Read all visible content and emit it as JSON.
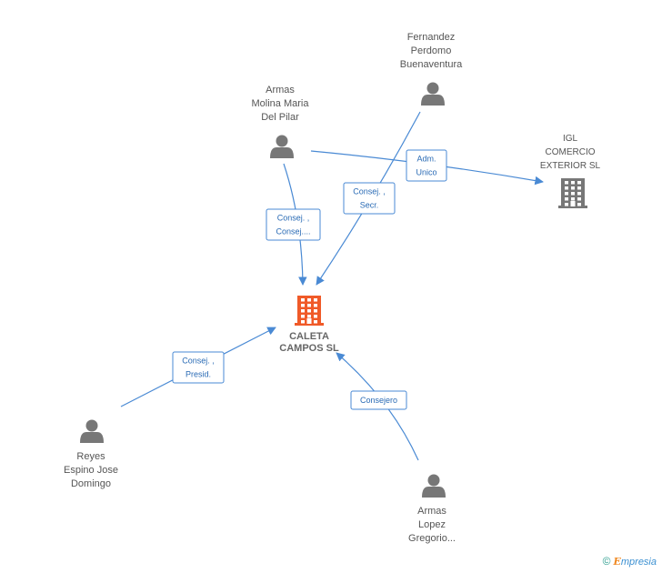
{
  "colors": {
    "edge": "#4a8ad4",
    "person": "#777777",
    "company_main": "#f05a28",
    "company_other": "#777777"
  },
  "nodes": [
    {
      "id": "caleta",
      "type": "company-main",
      "icon": "building-icon",
      "label": [
        "CALETA",
        "CAMPOS SL"
      ]
    },
    {
      "id": "fernandez",
      "type": "person",
      "icon": "person-icon",
      "label": [
        "Fernandez",
        "Perdomo",
        "Buenaventura"
      ]
    },
    {
      "id": "armas_molina",
      "type": "person",
      "icon": "person-icon",
      "label": [
        "Armas",
        "Molina Maria",
        "Del Pilar"
      ]
    },
    {
      "id": "igl",
      "type": "company",
      "icon": "building-icon",
      "label": [
        "IGL",
        "COMERCIO",
        "EXTERIOR SL"
      ]
    },
    {
      "id": "reyes",
      "type": "person",
      "icon": "person-icon",
      "label": [
        "Reyes",
        "Espino Jose",
        "Domingo"
      ]
    },
    {
      "id": "armas_lopez",
      "type": "person",
      "icon": "person-icon",
      "label": [
        "Armas",
        "Lopez",
        "Gregorio..."
      ]
    }
  ],
  "edges": [
    {
      "from": "armas_molina",
      "to": "caleta",
      "role": [
        "Consej. ,",
        "Consej...."
      ]
    },
    {
      "from": "fernandez",
      "to": "caleta",
      "role": [
        "Consej. ,",
        "Secr."
      ]
    },
    {
      "from": "armas_molina",
      "to": "igl",
      "role": [
        "Adm.",
        "Unico"
      ]
    },
    {
      "from": "reyes",
      "to": "caleta",
      "role": [
        "Consej. ,",
        "Presid."
      ]
    },
    {
      "from": "armas_lopez",
      "to": "caleta",
      "role": [
        "Consejero"
      ]
    }
  ],
  "watermark": {
    "symbol": "©",
    "brand_initial": "E",
    "brand_rest": "mpresia"
  }
}
